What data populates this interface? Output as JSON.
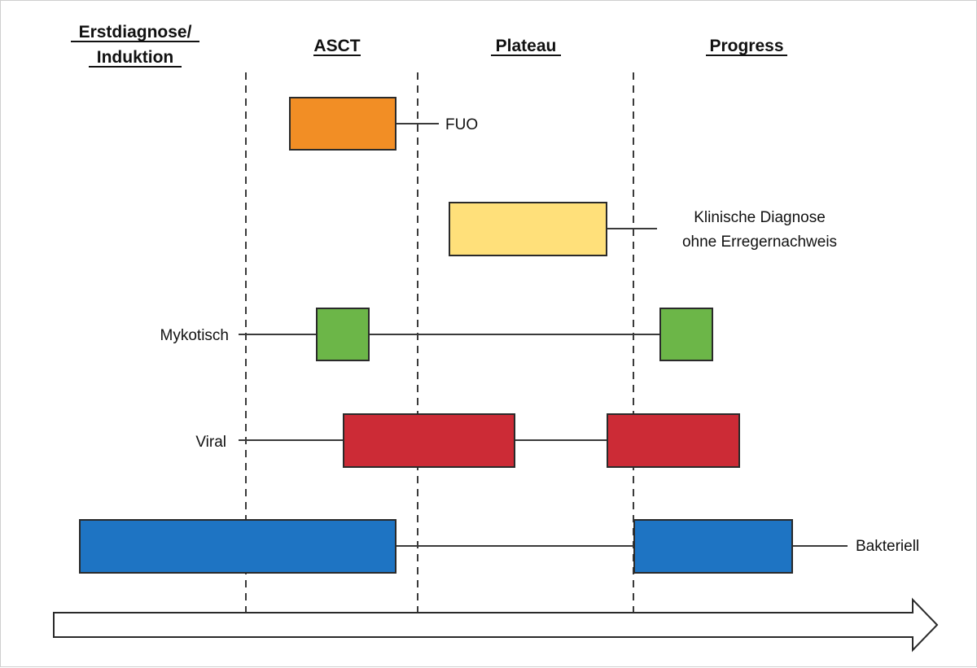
{
  "phases": [
    {
      "lines": [
        "Erstdiagnose/",
        "Induktion"
      ]
    },
    {
      "lines": [
        "ASCT"
      ]
    },
    {
      "lines": [
        "Plateau"
      ]
    },
    {
      "lines": [
        "Progress"
      ]
    }
  ],
  "categories": {
    "fuo": {
      "lines": [
        "FUO"
      ],
      "color": "#F28E25"
    },
    "clinical": {
      "lines": [
        "Klinische Diagnose",
        "ohne Erregernachweis"
      ],
      "color": "#FFE07A"
    },
    "fungal": {
      "lines": [
        "Mykotisch"
      ],
      "color": "#6CB648"
    },
    "viral": {
      "lines": [
        "Viral"
      ],
      "color": "#CC2B36"
    },
    "bacterial": {
      "lines": [
        "Bakteriell"
      ],
      "color": "#1E74C3"
    }
  }
}
